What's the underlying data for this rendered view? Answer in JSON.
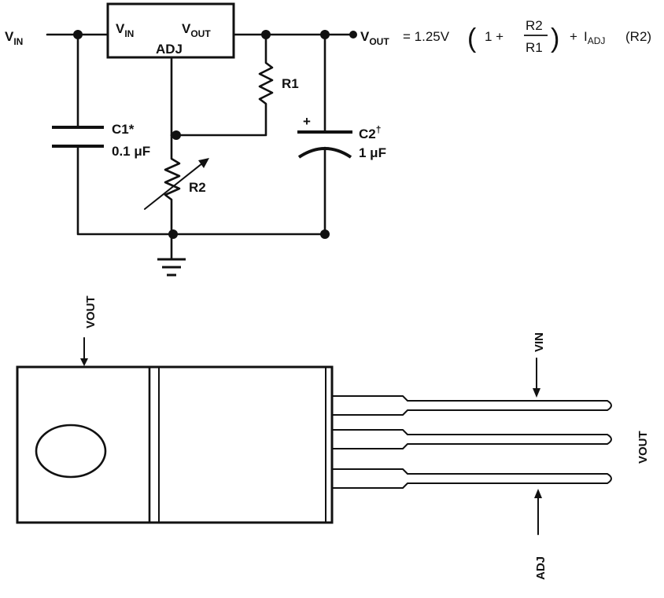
{
  "schematic": {
    "vin_label": {
      "main": "V",
      "sub": "IN"
    },
    "regulator": {
      "vin_pin": {
        "main": "V",
        "sub": "IN"
      },
      "vout_pin": {
        "main": "V",
        "sub": "OUT"
      },
      "adj_pin": "ADJ"
    },
    "r1_label": "R1",
    "r2_label": "R2",
    "c1": {
      "name": "C1*",
      "value": "0.1 μF"
    },
    "c2": {
      "name": "C2",
      "dagger": "†",
      "value": "1 μF",
      "polarity": "+"
    },
    "equation": {
      "lhs": {
        "main": "V",
        "sub": "OUT"
      },
      "equals": "= 1.25V",
      "open_paren": "(",
      "one_plus": "1 +",
      "numerator": "R2",
      "denominator": "R1",
      "close_paren": ")",
      "plus": "+",
      "iadj": {
        "main": "I",
        "sub": "ADJ"
      },
      "tail": "(R2)"
    }
  },
  "package": {
    "vout_label": "VOUT",
    "vin_label": "VIN",
    "vout_side_label": "VOUT",
    "adj_label": "ADJ"
  }
}
